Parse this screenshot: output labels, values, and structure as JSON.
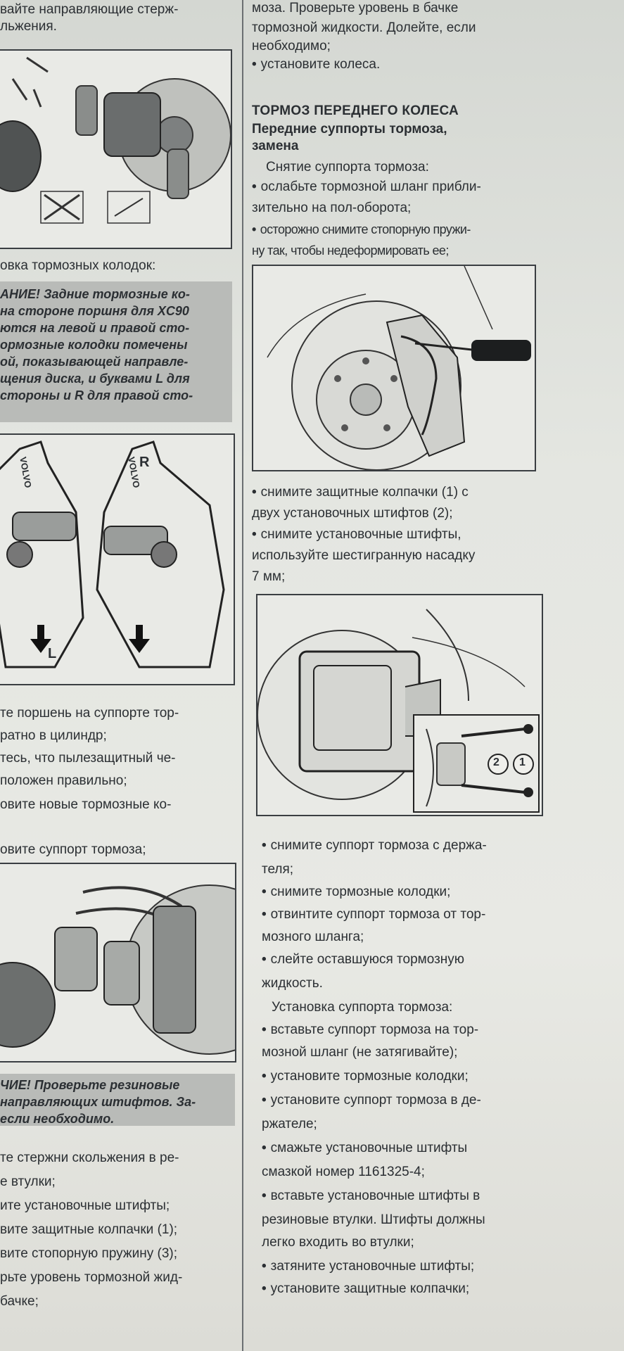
{
  "left": {
    "lines_top": [
      "вайте направляющие стерж-",
      "льжения."
    ],
    "line_mid": "овка тормозных колодок:",
    "warning1": [
      "АНИЕ! Задние тормозные ко-",
      "на стороне поршня для XC90",
      "ются на левой и правой сто-",
      "ормозные колодки помечены",
      "ой, показывающей направле-",
      "щения диска, и буквами L для",
      "стороны и R для правой сто-"
    ],
    "pad_labels": [
      "VOLVO",
      "VOLVO",
      "L",
      "R"
    ],
    "lines_after_fig2": [
      "те поршень на суппорте тор-",
      "ратно в цилиндр;",
      "тесь, что пылезащитный че-",
      "положен правильно;",
      "овите новые тормозные ко-",
      "",
      "овите суппорт тормоза;"
    ],
    "warning2": [
      "ЧИЕ! Проверьте резиновые",
      "направляющих штифтов. За-",
      "если необходимо."
    ],
    "lines_bottom": [
      "те стержни скольжения в ре-",
      "е втулки;",
      "ите установочные штифты;",
      "вите защитные колпачки (1);",
      "вите стопорную пружину (3);",
      "рьте уровень тормозной жид-",
      "бачке;"
    ]
  },
  "right": {
    "lines_top": [
      "моза. Проверьте уровень в бачке",
      "тормозной жидкости. Долейте, если",
      "необходимо;",
      "установите колеса."
    ],
    "heading": "ТОРМОЗ ПЕРЕДНЕГО КОЛЕСА",
    "subheading": [
      "Передние суппорты тормоза,",
      "замена"
    ],
    "removal_title": "Снятие суппорта тормоза:",
    "removal_steps_1": [
      "ослабьте тормозной шланг прибли-",
      "зительно на пол-оборота;",
      "осторожно снимите стопорную пружи-",
      "ну так, чтобы недеформировать ее;"
    ],
    "removal_steps_2": [
      "снимите защитные колпачки (1) с",
      "двух установочных штифтов (2);",
      "снимите установочные штифты,",
      "используйте шестигранную насадку",
      "7 мм;"
    ],
    "callouts": [
      "2",
      "1"
    ],
    "removal_steps_3": [
      "снимите суппорт тормоза с держа-",
      "теля;",
      "снимите тормозные колодки;",
      "отвинтите суппорт тормоза от тор-",
      "мозного шланга;",
      "слейте оставшуюся тормозную",
      "жидкость."
    ],
    "install_title": "Установка суппорта тормоза:",
    "install_steps": [
      "вставьте суппорт тормоза на тор-",
      "мозной шланг (не затягивайте);",
      "установите тормозные колодки;",
      "установите суппорт тормоза в де-",
      "ржателе;",
      "смажьте установочные штифты",
      "смазкой номер 1161325-4;",
      "вставьте установочные штифты в",
      "резиновые втулки. Штифты должны",
      "легко входить во втулки;",
      "затяните установочные штифты;",
      "установите защитные колпачки;"
    ]
  }
}
